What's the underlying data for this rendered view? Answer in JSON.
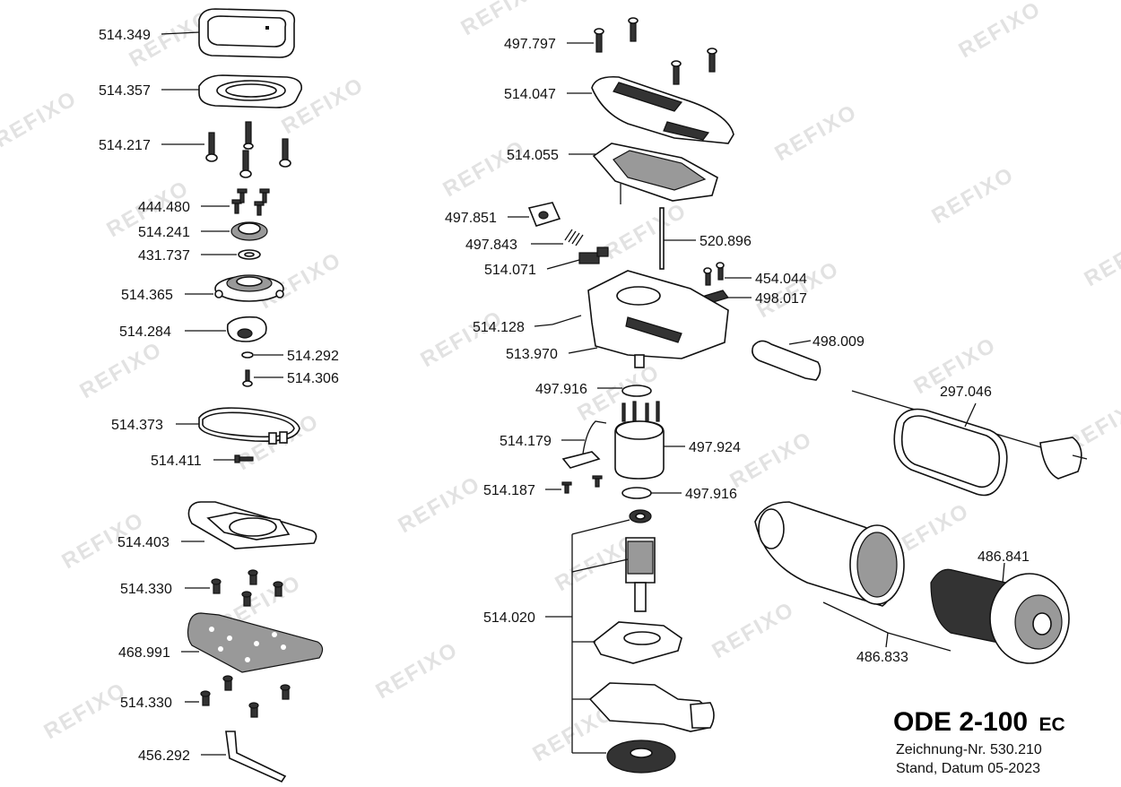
{
  "title": {
    "model": "ODE 2-100",
    "suffix": "EC",
    "drawing": "Zeichnung-Nr. 530.210",
    "stand": "Stand, Datum 05-2023"
  },
  "watermark": "REFIXO",
  "parts": {
    "p514_349": "514.349",
    "p514_357": "514.357",
    "p514_217": "514.217",
    "p444_480": "444.480",
    "p514_241": "514.241",
    "p431_737": "431.737",
    "p514_365": "514.365",
    "p514_284": "514.284",
    "p514_292": "514.292",
    "p514_306": "514.306",
    "p514_373": "514.373",
    "p514_411": "514.411",
    "p514_403": "514.403",
    "p514_330a": "514.330",
    "p468_991": "468.991",
    "p514_330b": "514.330",
    "p456_292": "456.292",
    "p497_797": "497.797",
    "p514_047": "514.047",
    "p514_055": "514.055",
    "p497_851": "497.851",
    "p497_843": "497.843",
    "p514_071": "514.071",
    "p520_896": "520.896",
    "p454_044": "454.044",
    "p498_017": "498.017",
    "p514_128": "514.128",
    "p513_970": "513.970",
    "p498_009": "498.009",
    "p497_916a": "497.916",
    "p297_046": "297.046",
    "p514_179": "514.179",
    "p497_924": "497.924",
    "p514_187": "514.187",
    "p497_916b": "497.916",
    "p514_020": "514.020",
    "p486_841": "486.841",
    "p486_833": "486.833"
  }
}
